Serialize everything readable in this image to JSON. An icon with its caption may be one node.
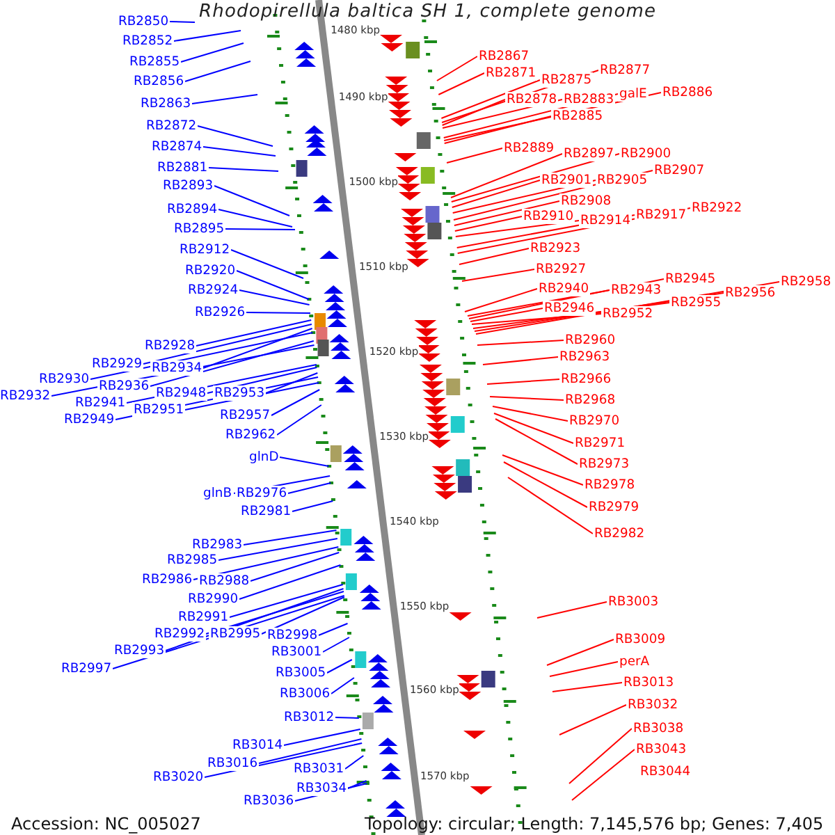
{
  "diagram": {
    "title": "Rhodopirellula baltica SH 1, complete genome",
    "nodes": [
      {
        "text": [
          "RB2850"
        ]
      },
      {
        "text": [
          "RB2852"
        ]
      },
      {
        "text": [
          "RB2855"
        ]
      },
      {
        "text": [
          "RB2856"
        ]
      },
      {
        "text": [
          "RB2863"
        ]
      },
      {
        "text": [
          "RB2872"
        ]
      },
      {
        "text": [
          "RB2874"
        ]
      },
      {
        "text": [
          "RB2881"
        ]
      },
      {
        "text": [
          "RB2893"
        ]
      },
      {
        "text": [
          "RB2894"
        ]
      },
      {
        "text": [
          "RB2895"
        ]
      },
      {
        "text": [
          "RB2912"
        ]
      },
      {
        "text": [
          "RB2920"
        ]
      },
      {
        "text": [
          "RB2924"
        ]
      },
      {
        "text": [
          "RB2926"
        ]
      },
      {
        "text": [
          "RB2928"
        ]
      },
      {
        "text": [
          "RB2929"
        ]
      },
      {
        "text": [
          "RB2934"
        ]
      },
      {
        "text": [
          "RB2930"
        ]
      },
      {
        "text": [
          "RB2936"
        ]
      },
      {
        "text": [
          "RB2932"
        ]
      },
      {
        "text": [
          "RB2948"
        ]
      },
      {
        "text": [
          "RB2953"
        ]
      },
      {
        "text": [
          "RB2941"
        ]
      },
      {
        "text": [
          "RB2951"
        ]
      },
      {
        "text": [
          "RB2949"
        ]
      },
      {
        "text": [
          "RB2957"
        ]
      },
      {
        "text": [
          "RB2962"
        ]
      },
      {
        "text": [
          "glnD"
        ]
      },
      {
        "text": [
          "glnB"
        ]
      },
      {
        "text": [
          "RB2976"
        ]
      },
      {
        "text": [
          "RB2981"
        ]
      },
      {
        "text": [
          "RB2983"
        ]
      },
      {
        "text": [
          "RB2985"
        ]
      },
      {
        "text": [
          "RB2986"
        ]
      },
      {
        "text": [
          "RB2988"
        ]
      },
      {
        "text": [
          "RB2990"
        ]
      },
      {
        "text": [
          "RB2991"
        ]
      },
      {
        "text": [
          "RB2992"
        ]
      },
      {
        "text": [
          "RB2995"
        ]
      },
      {
        "text": [
          "RB2998"
        ]
      },
      {
        "text": [
          "RB2993"
        ]
      },
      {
        "text": [
          "RB2997"
        ]
      },
      {
        "text": [
          "RB3001"
        ]
      },
      {
        "text": [
          "RB3005"
        ]
      },
      {
        "text": [
          "RB3006"
        ]
      },
      {
        "text": [
          "RB3012"
        ]
      },
      {
        "text": [
          "RB3014"
        ]
      },
      {
        "text": [
          "RB3016"
        ]
      },
      {
        "text": [
          "RB3020"
        ]
      },
      {
        "text": [
          "RB3031"
        ]
      },
      {
        "text": [
          "RB3034"
        ]
      },
      {
        "text": [
          "RB3036"
        ]
      },
      {
        "text": [
          "RB2867"
        ]
      },
      {
        "text": [
          "RB2871"
        ]
      },
      {
        "text": [
          "RB2875"
        ]
      },
      {
        "text": [
          "RB2877"
        ]
      },
      {
        "text": [
          "RB2878"
        ]
      },
      {
        "text": [
          "RB2883"
        ]
      },
      {
        "text": [
          "galE"
        ]
      },
      {
        "text": [
          "RB2886"
        ]
      },
      {
        "text": [
          "RB2885"
        ]
      },
      {
        "text": [
          "RB2889"
        ]
      },
      {
        "text": [
          "RB2897"
        ]
      },
      {
        "text": [
          "RB2900"
        ]
      },
      {
        "text": [
          "RB2901"
        ]
      },
      {
        "text": [
          "RB2905"
        ]
      },
      {
        "text": [
          "RB2907"
        ]
      },
      {
        "text": [
          "RB2908"
        ]
      },
      {
        "text": [
          "RB2910"
        ]
      },
      {
        "text": [
          "RB2914"
        ]
      },
      {
        "text": [
          "RB2917"
        ]
      },
      {
        "text": [
          "RB2922"
        ]
      },
      {
        "text": [
          "RB2923"
        ]
      },
      {
        "text": [
          "RB2927"
        ]
      },
      {
        "text": [
          "RB2940"
        ]
      },
      {
        "text": [
          "RB2943"
        ]
      },
      {
        "text": [
          "RB2945"
        ]
      },
      {
        "text": [
          "RB2946"
        ]
      },
      {
        "text": [
          "RB2952"
        ]
      },
      {
        "text": [
          "RB2955"
        ]
      },
      {
        "text": [
          "RB2956"
        ]
      },
      {
        "text": [
          "RB2958"
        ]
      },
      {
        "text": [
          "RB2960"
        ]
      },
      {
        "text": [
          "RB2963"
        ]
      },
      {
        "text": [
          "RB2966"
        ]
      },
      {
        "text": [
          "RB2968"
        ]
      },
      {
        "text": [
          "RB2970"
        ]
      },
      {
        "text": [
          "RB2971"
        ]
      },
      {
        "text": [
          "RB2973"
        ]
      },
      {
        "text": [
          "RB2978"
        ]
      },
      {
        "text": [
          "RB2979"
        ]
      },
      {
        "text": [
          "RB2982"
        ]
      },
      {
        "text": [
          "RB3003"
        ]
      },
      {
        "text": [
          "RB3009"
        ]
      },
      {
        "text": [
          "perA"
        ]
      },
      {
        "text": [
          "RB3013"
        ]
      },
      {
        "text": [
          "RB3032"
        ]
      },
      {
        "text": [
          "RB3038"
        ]
      },
      {
        "text": [
          "RB3043"
        ]
      },
      {
        "text": [
          "RB3044"
        ]
      }
    ],
    "edges": [
      {
        "from": 0,
        "to": null,
        "arrow": "none"
      },
      {
        "from": 1,
        "to": null,
        "arrow": "none"
      },
      {
        "from": 2,
        "to": null,
        "arrow": "none"
      },
      {
        "from": 3,
        "to": null,
        "arrow": "none"
      },
      {
        "from": 4,
        "to": null,
        "arrow": "none"
      },
      {
        "from": 5,
        "to": null,
        "arrow": "none"
      },
      {
        "from": 6,
        "to": null,
        "arrow": "none"
      },
      {
        "from": 7,
        "to": null,
        "arrow": "none"
      },
      {
        "from": 8,
        "to": null,
        "arrow": "none"
      },
      {
        "from": 9,
        "to": null,
        "arrow": "none"
      },
      {
        "from": 10,
        "to": null,
        "arrow": "none"
      },
      {
        "from": 11,
        "to": null,
        "arrow": "none"
      },
      {
        "from": 12,
        "to": null,
        "arrow": "none"
      },
      {
        "from": 13,
        "to": null,
        "arrow": "none"
      },
      {
        "from": 14,
        "to": null,
        "arrow": "none"
      },
      {
        "from": 15,
        "to": null,
        "arrow": "none"
      },
      {
        "from": 16,
        "to": null,
        "arrow": "none"
      },
      {
        "from": 17,
        "to": null,
        "arrow": "none"
      },
      {
        "from": 18,
        "to": null,
        "arrow": "none"
      },
      {
        "from": 19,
        "to": null,
        "arrow": "none"
      },
      {
        "from": 20,
        "to": null,
        "arrow": "none"
      },
      {
        "from": 21,
        "to": null,
        "arrow": "none"
      },
      {
        "from": 22,
        "to": null,
        "arrow": "none"
      },
      {
        "from": 23,
        "to": null,
        "arrow": "none"
      },
      {
        "from": 24,
        "to": null,
        "arrow": "none"
      },
      {
        "from": 25,
        "to": null,
        "arrow": "none"
      },
      {
        "from": 26,
        "to": null,
        "arrow": "none"
      },
      {
        "from": 27,
        "to": null,
        "arrow": "none"
      },
      {
        "from": 28,
        "to": null,
        "arrow": "none"
      },
      {
        "from": 29,
        "to": null,
        "arrow": "none"
      },
      {
        "from": 30,
        "to": null,
        "arrow": "none"
      },
      {
        "from": 31,
        "to": null,
        "arrow": "none"
      },
      {
        "from": 32,
        "to": null,
        "arrow": "none"
      },
      {
        "from": 33,
        "to": null,
        "arrow": "none"
      },
      {
        "from": 34,
        "to": null,
        "arrow": "none"
      },
      {
        "from": 35,
        "to": null,
        "arrow": "none"
      },
      {
        "from": 36,
        "to": null,
        "arrow": "none"
      },
      {
        "from": 37,
        "to": null,
        "arrow": "none"
      },
      {
        "from": 38,
        "to": null,
        "arrow": "none"
      },
      {
        "from": 39,
        "to": null,
        "arrow": "none"
      },
      {
        "from": 40,
        "to": null,
        "arrow": "none"
      },
      {
        "from": 41,
        "to": null,
        "arrow": "none"
      },
      {
        "from": 42,
        "to": null,
        "arrow": "none"
      },
      {
        "from": 43,
        "to": null,
        "arrow": "none"
      },
      {
        "from": 44,
        "to": null,
        "arrow": "none"
      },
      {
        "from": 45,
        "to": null,
        "arrow": "none"
      },
      {
        "from": 46,
        "to": null,
        "arrow": "none"
      },
      {
        "from": 47,
        "to": null,
        "arrow": "none"
      },
      {
        "from": 48,
        "to": null,
        "arrow": "none"
      },
      {
        "from": 49,
        "to": null,
        "arrow": "none"
      },
      {
        "from": 50,
        "to": null,
        "arrow": "none"
      },
      {
        "from": 51,
        "to": null,
        "arrow": "none"
      },
      {
        "from": 52,
        "to": null,
        "arrow": "none"
      },
      {
        "from": 53,
        "to": null,
        "arrow": "none",
        "color": "#ff0000"
      },
      {
        "from": 54,
        "to": null,
        "arrow": "none",
        "color": "#ff0000"
      },
      {
        "from": 55,
        "to": null,
        "arrow": "none",
        "color": "#ff0000"
      },
      {
        "from": 56,
        "to": null,
        "arrow": "none",
        "color": "#ff0000"
      },
      {
        "from": 57,
        "to": null,
        "arrow": "none",
        "color": "#ff0000"
      },
      {
        "from": 58,
        "to": null,
        "arrow": "none",
        "color": "#ff0000"
      },
      {
        "from": 59,
        "to": null,
        "arrow": "none",
        "color": "#ff0000"
      },
      {
        "from": 60,
        "to": null,
        "arrow": "none",
        "color": "#ff0000"
      },
      {
        "from": 61,
        "to": null,
        "arrow": "none",
        "color": "#ff0000"
      },
      {
        "from": 62,
        "to": null,
        "arrow": "none",
        "color": "#ff0000"
      },
      {
        "from": 63,
        "to": null,
        "arrow": "none",
        "color": "#ff0000"
      },
      {
        "from": 64,
        "to": null,
        "arrow": "none",
        "color": "#ff0000"
      },
      {
        "from": 65,
        "to": null,
        "arrow": "none",
        "color": "#ff0000"
      },
      {
        "from": 66,
        "to": null,
        "arrow": "none",
        "color": "#ff0000"
      },
      {
        "from": 67,
        "to": null,
        "arrow": "none",
        "color": "#ff0000"
      },
      {
        "from": 68,
        "to": null,
        "arrow": "none",
        "color": "#ff0000"
      },
      {
        "from": 69,
        "to": null,
        "arrow": "none",
        "color": "#ff0000"
      },
      {
        "from": 70,
        "to": null,
        "arrow": "none",
        "color": "#ff0000"
      },
      {
        "from": 71,
        "to": null,
        "arrow": "none",
        "color": "#ff0000"
      },
      {
        "from": 72,
        "to": null,
        "arrow": "none",
        "color": "#ff0000"
      },
      {
        "from": 73,
        "to": null,
        "arrow": "none",
        "color": "#ff0000"
      },
      {
        "from": 74,
        "to": null,
        "arrow": "none",
        "color": "#ff0000"
      },
      {
        "from": 75,
        "to": null,
        "arrow": "none",
        "color": "#ff0000"
      },
      {
        "from": 76,
        "to": null,
        "arrow": "none",
        "color": "#ff0000"
      },
      {
        "from": 77,
        "to": null,
        "arrow": "none",
        "color": "#ff0000"
      },
      {
        "from": 78,
        "to": null,
        "arrow": "none",
        "color": "#ff0000"
      },
      {
        "from": 79,
        "to": null,
        "arrow": "none",
        "color": "#ff0000"
      },
      {
        "from": 80,
        "to": null,
        "arrow": "none",
        "color": "#ff0000"
      },
      {
        "from": 81,
        "to": null,
        "arrow": "none",
        "color": "#ff0000"
      },
      {
        "from": 82,
        "to": null,
        "arrow": "none",
        "color": "#ff0000"
      },
      {
        "from": 83,
        "to": null,
        "arrow": "none",
        "color": "#ff0000"
      },
      {
        "from": 84,
        "to": null,
        "arrow": "none",
        "color": "#ff0000"
      },
      {
        "from": 85,
        "to": null,
        "arrow": "none",
        "color": "#ff0000"
      },
      {
        "from": 86,
        "to": null,
        "arrow": "none",
        "color": "#ff0000"
      },
      {
        "from": 87,
        "to": null,
        "arrow": "none",
        "color": "#ff0000"
      },
      {
        "from": 88,
        "to": null,
        "arrow": "none",
        "color": "#ff0000"
      },
      {
        "from": 89,
        "to": null,
        "arrow": "none",
        "color": "#ff0000"
      },
      {
        "from": 90,
        "to": null,
        "arrow": "none",
        "color": "#ff0000"
      },
      {
        "from": 91,
        "to": null,
        "arrow": "none",
        "color": "#ff0000"
      },
      {
        "from": 92,
        "to": null,
        "arrow": "none",
        "color": "#ff0000"
      },
      {
        "from": 93,
        "to": null,
        "arrow": "none",
        "color": "#ff0000"
      },
      {
        "from": 94,
        "to": null,
        "arrow": "none",
        "color": "#ff0000"
      },
      {
        "from": 95,
        "to": null,
        "arrow": "none",
        "color": "#ff0000"
      },
      {
        "from": 96,
        "to": null,
        "arrow": "none",
        "color": "#ff0000"
      },
      {
        "from": 97,
        "to": null,
        "arrow": "none",
        "color": "#ff0000"
      },
      {
        "from": 98,
        "to": null,
        "arrow": "none",
        "color": "#ff0000"
      },
      {
        "from": 99,
        "to": null,
        "arrow": "none",
        "color": "#ff0000"
      }
    ],
    "labels": [
      "1480 kbp",
      "1490 kbp",
      "1500 kbp",
      "1510 kbp",
      "1520 kbp",
      "1530 kbp",
      "1540 kbp",
      "1550 kbp",
      "1560 kbp",
      "1570 kbp",
      "Accession: NC_005027",
      "Topology: circular; Length: 7,145,576 bp; Genes: 7,405"
    ]
  }
}
